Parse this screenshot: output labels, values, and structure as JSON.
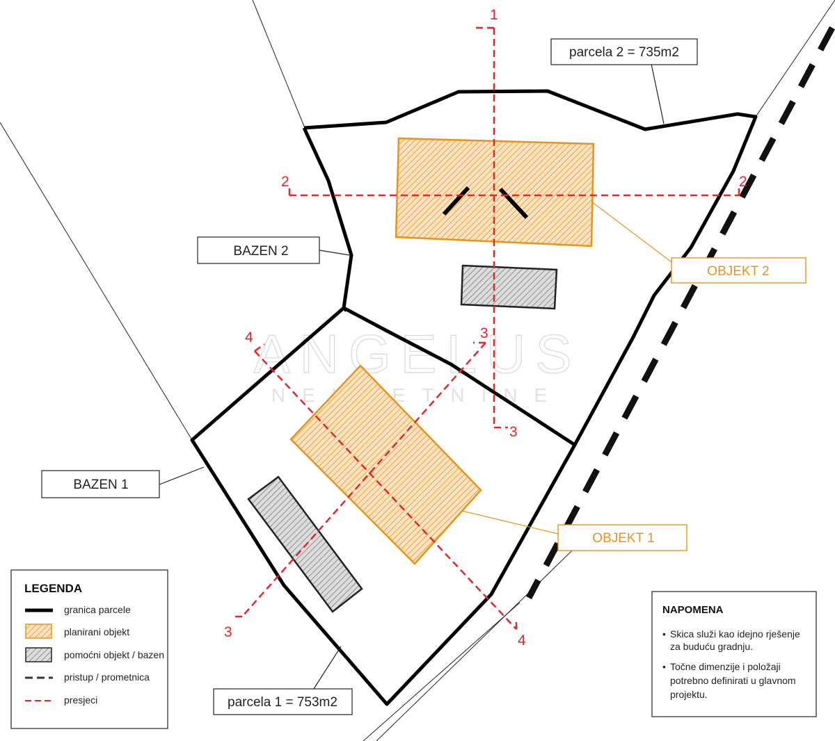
{
  "labels": {
    "parcela2": "parcela 2 = 735m2",
    "parcela1": "parcela 1 = 753m2",
    "bazen2": "BAZEN 2",
    "bazen1": "BAZEN 1",
    "objekt2": "OBJEKT 2",
    "objekt1": "OBJEKT 1"
  },
  "sections": {
    "s1_top": "1",
    "s2_left": "2",
    "s2_right": "2",
    "s3_top": "3",
    "s3_mid": "3",
    "s3_bottom": "3",
    "s4_top": "4",
    "s4_bottom": "4"
  },
  "legend": {
    "title": "LEGENDA",
    "items": [
      {
        "label": "granica parcele"
      },
      {
        "label": "planirani objekt"
      },
      {
        "label": "pomoćni objekt / bazen"
      },
      {
        "label": "pristup / prometnica"
      },
      {
        "label": "presjeci"
      }
    ]
  },
  "note": {
    "title": "NAPOMENA",
    "bullet1_lines": [
      "Skica služi kao idejno rješenje",
      "za buduću gradnju."
    ],
    "bullet2_lines": [
      "Točne dimenzije i položaji",
      "potrebno definirati u glavnom",
      "projektu."
    ]
  },
  "watermark": {
    "line1": "ANGELUS",
    "line2": "NEKRETNINE"
  },
  "colors": {
    "boundary": "#000000",
    "section": "#e3262a",
    "planned": "#e8941c",
    "auxiliary": "#555555"
  }
}
